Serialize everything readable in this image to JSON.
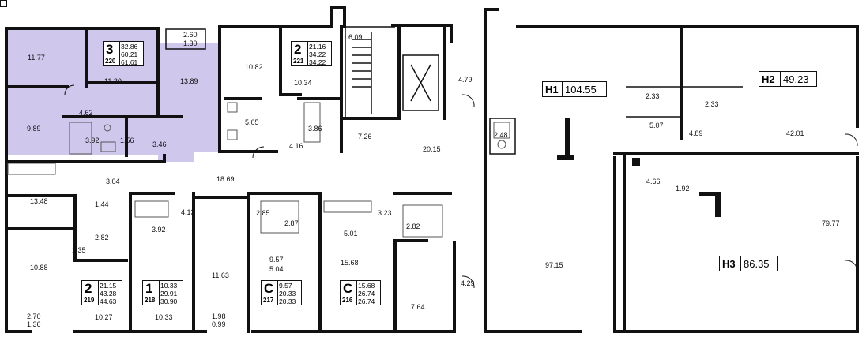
{
  "colors": {
    "wall": "#111111",
    "highlight": "#cfc7ec",
    "fixture": "#555555"
  },
  "apartments": [
    {
      "id": "apt-220",
      "rooms": "3",
      "number": "220",
      "areas": [
        "32.86",
        "60.21",
        "61.61"
      ]
    },
    {
      "id": "apt-221",
      "rooms": "2",
      "number": "221",
      "areas": [
        "21.16",
        "34.22",
        "34.22"
      ]
    },
    {
      "id": "apt-219",
      "rooms": "2",
      "number": "219",
      "areas": [
        "21.15",
        "43.28",
        "44.63"
      ]
    },
    {
      "id": "apt-218",
      "rooms": "1",
      "number": "218",
      "areas": [
        "10.33",
        "29.91",
        "30.90"
      ]
    },
    {
      "id": "apt-217",
      "rooms": "C",
      "number": "217",
      "areas": [
        "9.57",
        "20.33",
        "20.33"
      ]
    },
    {
      "id": "apt-216",
      "rooms": "C",
      "number": "216",
      "areas": [
        "15.68",
        "26.74",
        "26.74"
      ]
    }
  ],
  "commercial": [
    {
      "id": "h1",
      "code": "Н1",
      "area": "104.55"
    },
    {
      "id": "h2",
      "code": "Н2",
      "area": "49.23"
    },
    {
      "id": "h3",
      "code": "Н3",
      "area": "86.35"
    }
  ],
  "room_areas": [
    "11.77",
    "11.20",
    "13.89",
    "9.89",
    "4.62",
    "3.92",
    "1.56",
    "3.46",
    "2.60",
    "1.30",
    "6.09",
    "10.82",
    "10.34",
    "5.05",
    "4.16",
    "3.86",
    "4.79",
    "7.26",
    "20.15",
    "2.48",
    "18.69",
    "3.04",
    "13.48",
    "1.44",
    "2.82",
    "1.35",
    "10.88",
    "2.70",
    "1.36",
    "10.27",
    "3.92",
    "4.13",
    "10.33",
    "11.63",
    "1.98",
    "0.99",
    "2.85",
    "2.87",
    "9.57",
    "5.04",
    "5.01",
    "3.23",
    "2.82",
    "15.68",
    "4.29",
    "7.64",
    "97.15",
    "2.33",
    "2.33",
    "5.07",
    "4.89",
    "42.01",
    "4.66",
    "1.92",
    "79.77"
  ]
}
